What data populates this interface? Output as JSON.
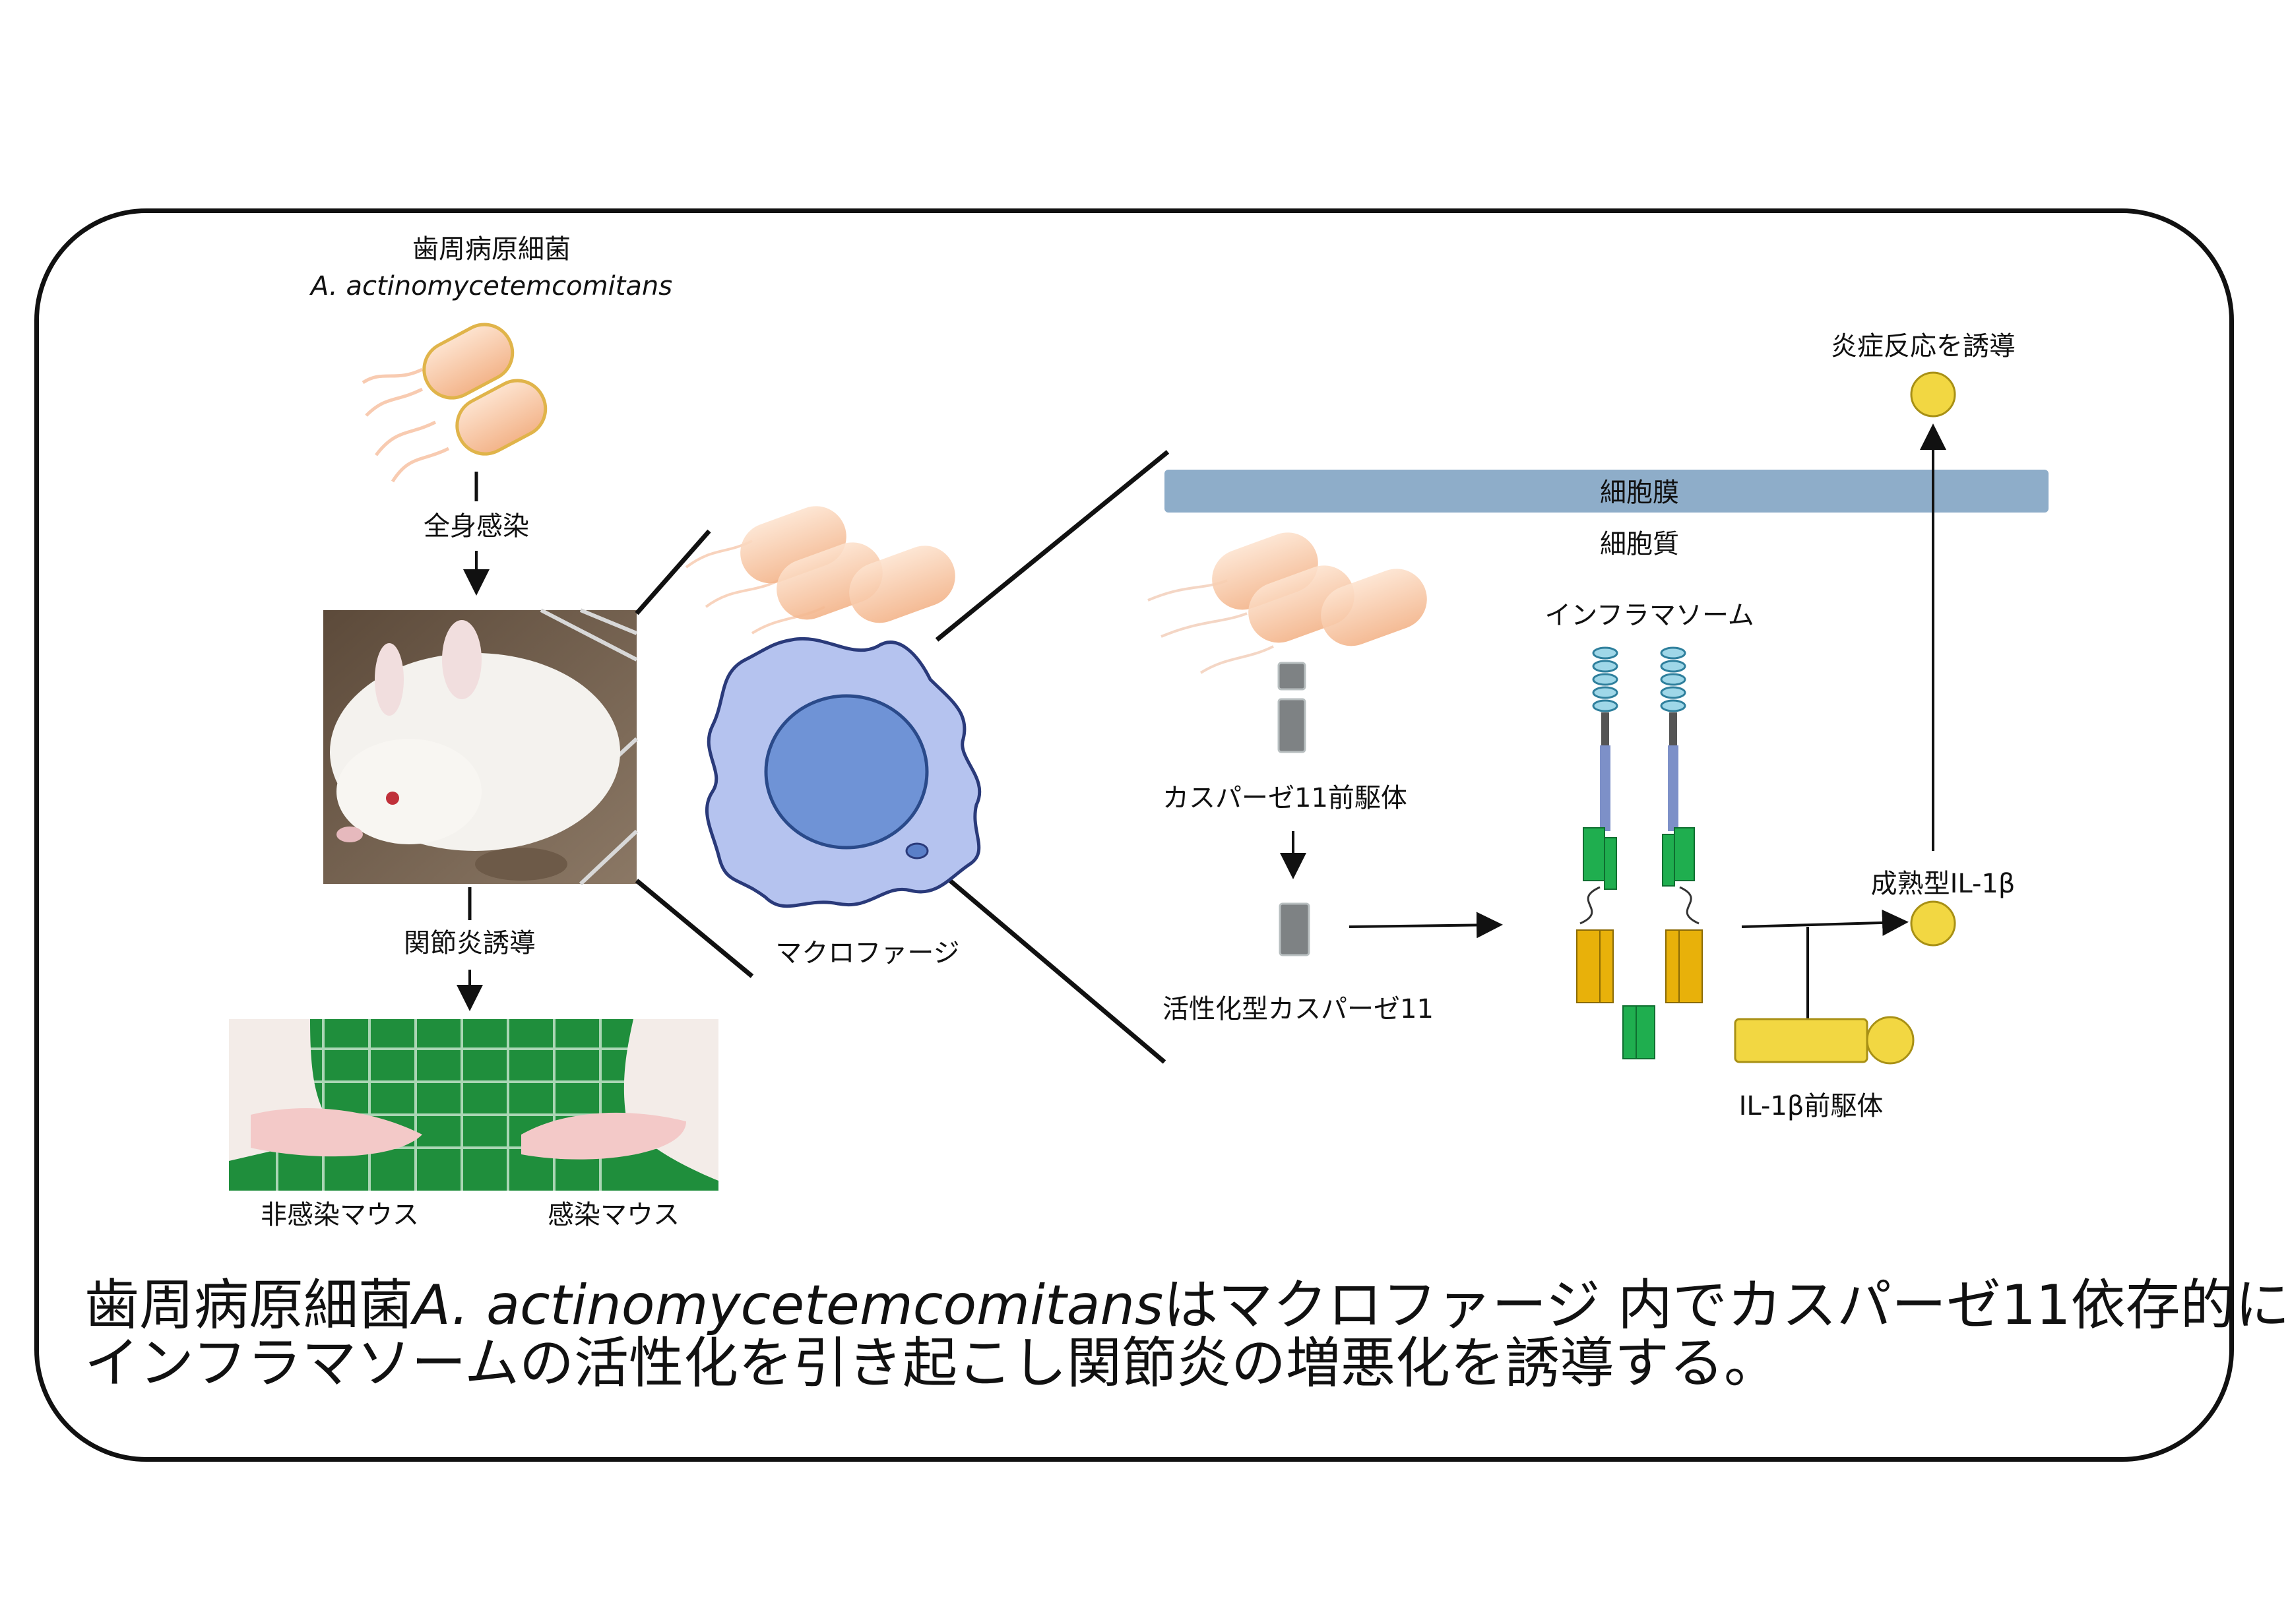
{
  "pathogen": {
    "name_jp": "歯周病原細菌",
    "name_latin": "A. actinomycetemcomitans"
  },
  "left_flow": {
    "systemic_infection": "全身感染",
    "arthritis_induction": "関節炎誘導",
    "uninfected_mouse": "非感染マウス",
    "infected_mouse": "感染マウス"
  },
  "macrophage_label": "マクロファージ",
  "cell": {
    "membrane": "細胞膜",
    "cytoplasm": "細胞質",
    "inflammasome": "インフラマソーム",
    "pro_caspase11": "カスパーゼ11前駆体",
    "active_caspase11": "活性化型カスパーゼ11",
    "mature_il1b": "成熟型IL-1β",
    "pro_il1b": "IL-1β前駆体",
    "inflammation": "炎症反応を誘導"
  },
  "caption": {
    "line1_prefix": "歯周病原細菌",
    "line1_species": "A. actinomycetemcomitans",
    "line1_suffix": "はマクロファージ 内でカスパーゼ11依存的に",
    "line2": "インフラマソームの活性化を引き起こし関節炎の増悪化を誘導する。"
  },
  "colors": {
    "bacteria": "#f6c9a8",
    "membrane": "#8eadc9",
    "macrophage": "#a9b9ea",
    "nucleus": "#6b8fd1",
    "green_domain": "#1fae4f",
    "gold_domain": "#e8b10a",
    "il1b": "#f2d742"
  }
}
